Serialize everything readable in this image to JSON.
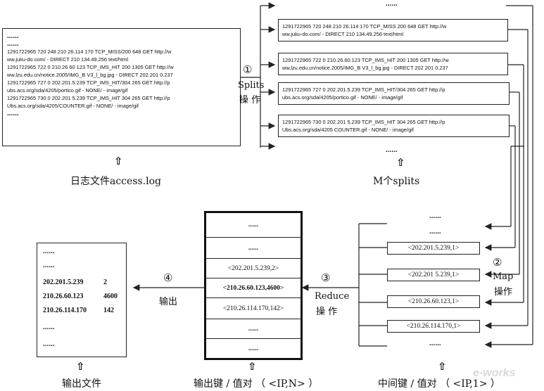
{
  "log_box": {
    "lines": [
      "......",
      "......",
      "1291722965 720    248 210 26.114 170 TCP_MISS/200 648 GET http://w",
      "ww.juku-do.com/ - DIRECT 210 134.49.256  text/html",
      "1291722965 722    0 210.26 60 123 TCP_IMS_HIT 200 1305 GET http://w",
      "ww.lzu.edu.cn/notice.2005/IMG_B V3_l_bg.jpg - DIRECT 202.201 0.237",
      "1291722965 727    0 202.201.5.239 TCP_IMS_HIT/304 265 GET http://p",
      "ubs.acs.org/sda/4205/portico.gif - NONE/ - image/gif",
      "1291722965 730    0 202.201 5.239 TCP_IMS_HIT 304 265 GET http://p",
      "Ubs.acs.org/sda/4205/COUNTER.gif - NONE/ - image/gif",
      "......"
    ],
    "caption": "日志文件access.log"
  },
  "splits": {
    "top_dots": "......",
    "bottom_dots": "......",
    "items": [
      {
        "line1": "1291722965 720    248 210 26.114 170 TCP_MISS 200 648 GET http://w",
        "line2": "ww.juku-do.com/ - DIRECT 210 134.49.256  text/html"
      },
      {
        "line1": "1291722965 722    0 210.26.60.123 TCP_IMS_HIT 200 1305 GET http://w",
        "line2": "ww.lzu.edu.cn/notice.2005/IMG_B V3_l_bg.jpg - DIRECT 202 201 0.237"
      },
      {
        "line1": "1291722965 727    0 202.201.5.239 TCP_IMS_HIT/304 265 GET http://p",
        "line2": "ubs.acs.org/sda/4205/portico.gif - NONE/ - image/gif"
      },
      {
        "line1": "1291722965 730    0 202.201 5.239 TCP_IMS_HIT 304 265 GET http://p",
        "line2": "Ubs.acs.org/sda/4205 COUNTER.gif - NONE/ - image/gif"
      }
    ],
    "caption": "M个splits"
  },
  "step1": {
    "num": "①",
    "label1": "Splits",
    "label2": "操 作"
  },
  "step2": {
    "num": "②",
    "label1": "Map",
    "label2": "操作"
  },
  "step3": {
    "num": "③",
    "label1": "Reduce",
    "label2": "操 作"
  },
  "step4": {
    "num": "④",
    "label1": "输出"
  },
  "intermediate": {
    "dots1": "......",
    "dots2": "......",
    "pairs": [
      "<202.201.5.239,1>",
      "<202.201 5.239,1>",
      "<210.26.60.123,1>",
      "<210.26.114.170,1>"
    ],
    "dots_bottom": "......",
    "caption": "中间键 / 值对 （ <IP,1> ）"
  },
  "output_kv": {
    "cells": [
      "......",
      "......",
      "<202.201.5.239,2>",
      "<210.26.60.123,4600>",
      "<210.26.114.170,142>",
      "......",
      "......"
    ],
    "caption": "输出键 / 值对 （ <IP,N> ）"
  },
  "output_file": {
    "dots": [
      "......",
      "......"
    ],
    "rows": [
      {
        "ip": "202.201.5.239",
        "n": "2"
      },
      {
        "ip": "210.26.60.123",
        "n": "4600"
      },
      {
        "ip": "210.26.114.170",
        "n": "142"
      }
    ],
    "dots_bottom": [
      "......",
      "......"
    ],
    "caption": "输出文件"
  },
  "arrow_glyph": "⇧",
  "watermark": "e-works"
}
